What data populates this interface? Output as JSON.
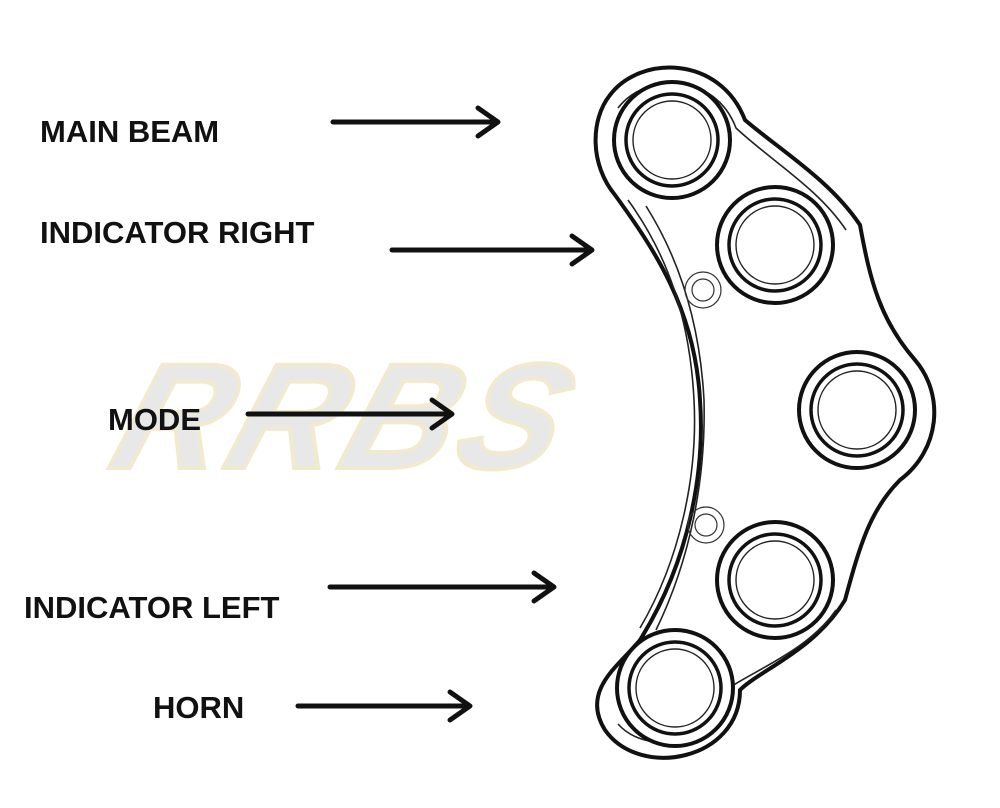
{
  "labels": {
    "main_beam": "MAIN BEAM",
    "indicator_right": "INDICATOR RIGHT",
    "mode": "MODE",
    "indicator_left": "INDICATOR LEFT",
    "horn": "HORN"
  },
  "watermark": {
    "text": "RRBS",
    "fill_color": "#d6d6d6",
    "outline_color": "#e8d9a8"
  },
  "colors": {
    "ink": "#111111",
    "background": "#ffffff"
  }
}
